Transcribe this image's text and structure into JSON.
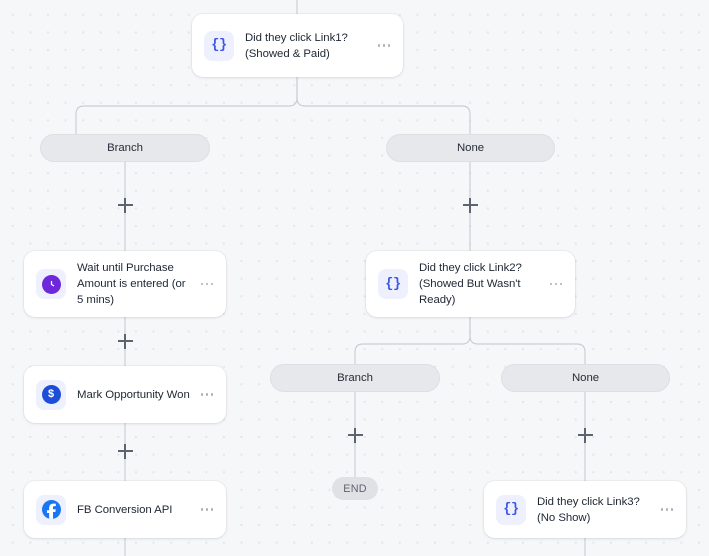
{
  "canvas": {
    "background_color": "#f6f7f9",
    "grid_dot_color": "#e2e5ea",
    "edge_color": "#c9ced6"
  },
  "nodes": [
    {
      "id": "link1",
      "icon": "braces-icon",
      "icon_glyph": "{}",
      "label": "Did they click Link1? (Showed & Paid)",
      "label_line1": "Did they click Link1?",
      "label_line2": "(Showed & Paid)"
    },
    {
      "id": "wait-purchase",
      "icon": "clock-icon",
      "icon_color": "#6d28d9",
      "label": "Wait until Purchase Amount is entered (or 5 mins)"
    },
    {
      "id": "mark-opportunity-won",
      "icon": "dollar-icon",
      "icon_glyph": "$",
      "icon_color": "#1d4ed8",
      "label": "Mark Opportunity Won"
    },
    {
      "id": "fb-conversion-api",
      "icon": "facebook-icon",
      "icon_glyph": "f",
      "icon_color": "#1877f2",
      "label": "FB Conversion API"
    },
    {
      "id": "link2",
      "icon": "braces-icon",
      "icon_glyph": "{}",
      "label": "Did they click Link2? (Showed But Wasn't Ready)"
    },
    {
      "id": "link3",
      "icon": "braces-icon",
      "icon_glyph": "{}",
      "label": "Did they click Link3? (No Show)"
    }
  ],
  "branches": [
    {
      "id": "branch-1-left",
      "label": "Branch"
    },
    {
      "id": "branch-1-right",
      "label": "None"
    },
    {
      "id": "branch-2-left",
      "label": "Branch"
    },
    {
      "id": "branch-2-right",
      "label": "None"
    }
  ],
  "terminators": [
    {
      "id": "end-1",
      "label": "END"
    }
  ],
  "add_handles": [
    {
      "id": "add-below-branch-1-left"
    },
    {
      "id": "add-below-branch-1-right"
    },
    {
      "id": "add-below-wait-purchase"
    },
    {
      "id": "add-below-mark-opportunity-won"
    },
    {
      "id": "add-below-branch-2-left"
    },
    {
      "id": "add-below-branch-2-right"
    }
  ],
  "menu": {
    "label": "more-options"
  }
}
